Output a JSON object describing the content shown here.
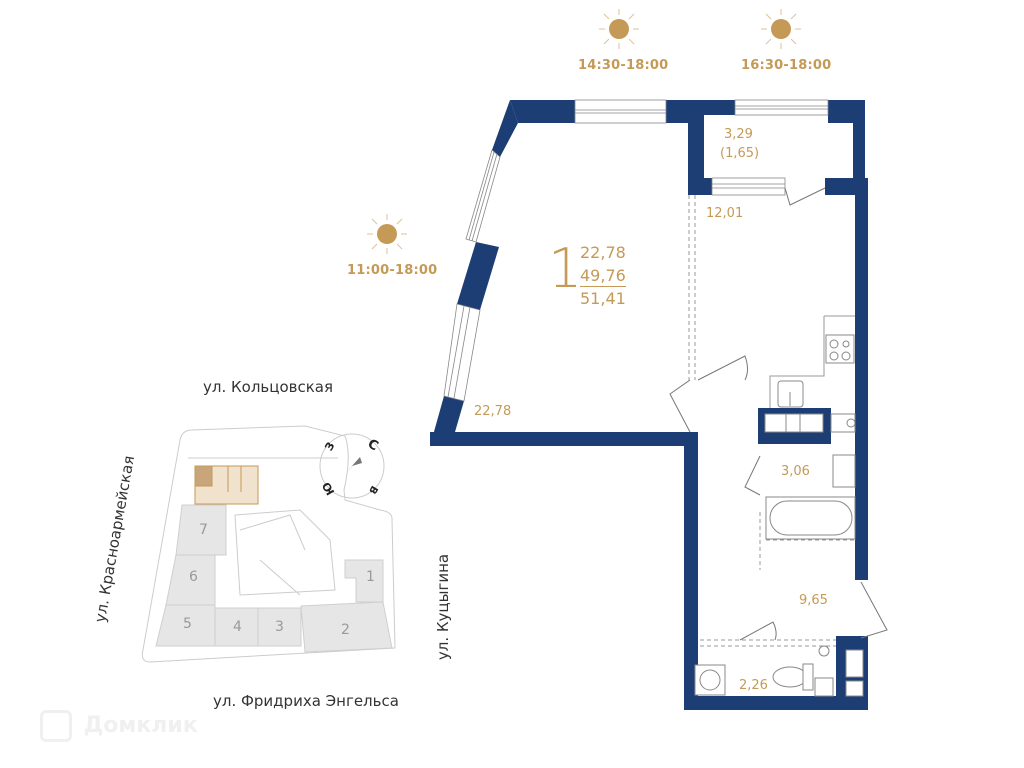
{
  "sun_exposure": [
    {
      "icon": "sun-icon",
      "time": "14:30-18:00"
    },
    {
      "icon": "sun-icon",
      "time": "16:30-18:00"
    },
    {
      "icon": "sun-icon",
      "time": "11:00-18:00"
    }
  ],
  "apartment": {
    "rooms": "1",
    "living_area": "22,78",
    "total_area": "49,76",
    "total_area_with_balcony": "51,41"
  },
  "rooms": [
    {
      "name": "living-room",
      "area": "22,78"
    },
    {
      "name": "balcony",
      "area": "3,29",
      "area_reduced": "(1,65)"
    },
    {
      "name": "kitchen",
      "area": "12,01"
    },
    {
      "name": "bathroom",
      "area": "3,06"
    },
    {
      "name": "hallway",
      "area": "9,65"
    },
    {
      "name": "toilet",
      "area": "2,26"
    }
  ],
  "site_plan": {
    "streets": {
      "north": "ул. Кольцовская",
      "west": "ул. Красноармейская",
      "south": "ул. Фридриха Энгельса",
      "east": "ул. Куцыгина"
    },
    "compass": {
      "n": "С",
      "s": "Ю",
      "e": "В",
      "w": "З"
    },
    "sections": [
      "1",
      "2",
      "3",
      "4",
      "5",
      "6",
      "7"
    ]
  },
  "watermark": "Домклик",
  "colors": {
    "wall": "#1c3e74",
    "accent": "#c49a56",
    "site_gray": "#e6e6e6",
    "highlight": "#f0e2cc"
  }
}
